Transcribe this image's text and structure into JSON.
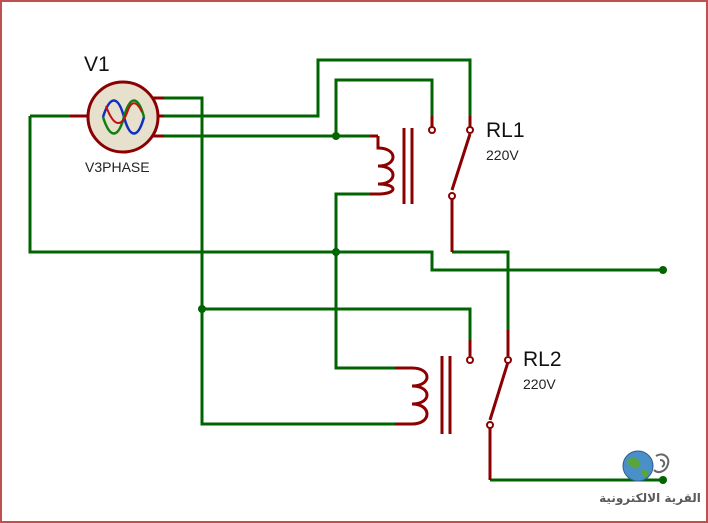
{
  "components": {
    "source": {
      "ref": "V1",
      "type": "V3PHASE"
    },
    "relay1": {
      "ref": "RL1",
      "rating": "220V"
    },
    "relay2": {
      "ref": "RL2",
      "rating": "220V"
    }
  },
  "watermark": {
    "text": "القرية الالكترونية"
  },
  "colors": {
    "wire": "#006400",
    "terminal": "#8b0000",
    "border": "#c0504d",
    "source_fill": "#e6e0cc",
    "phase_blue": "#1030c0",
    "phase_green": "#108010",
    "phase_red": "#c01010"
  }
}
